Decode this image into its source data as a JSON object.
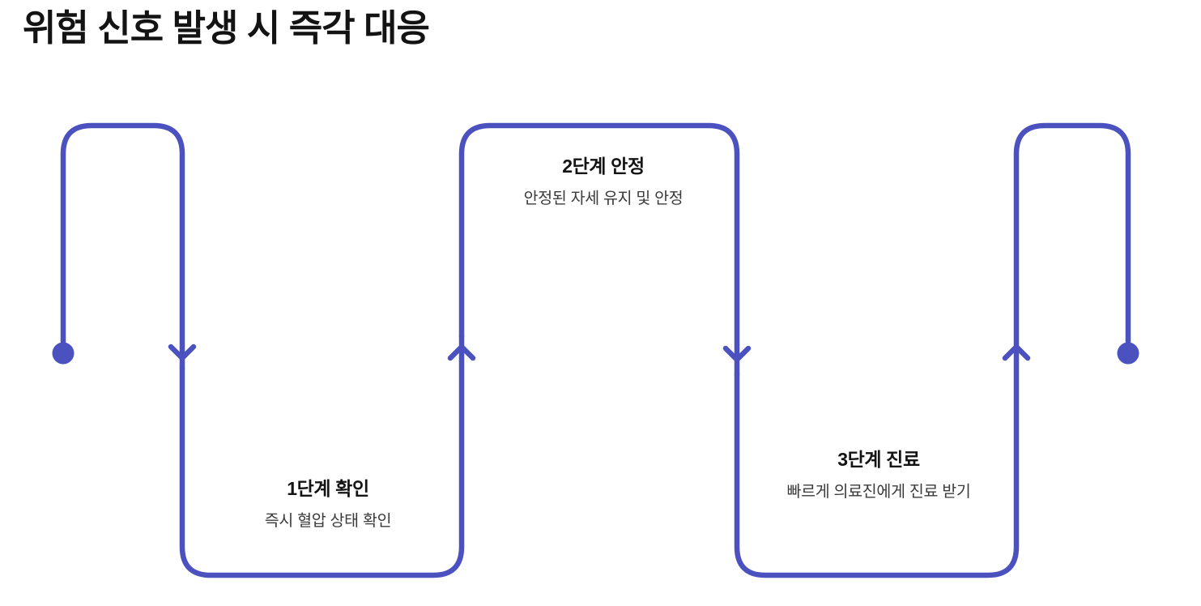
{
  "page": {
    "title": "위험 신호 발생 시 즉각 대응",
    "background_color": "#ffffff"
  },
  "theme": {
    "accent_color": "#4b51be",
    "title_color": "#131313",
    "step_title_color": "#141414",
    "step_desc_color": "#3b3b3b",
    "stroke_width": 6.5
  },
  "diagram": {
    "type": "serpentine-process-flow",
    "direction": "left-to-right",
    "start_marker": "dot",
    "end_marker": "dot",
    "connector_marker": "chevron-arrow",
    "steps": [
      {
        "index": 1,
        "title": "1단계 확인",
        "description": "즉시 혈압 상태 확인",
        "position": "bottom"
      },
      {
        "index": 2,
        "title": "2단계 안정",
        "description": "안정된 자세 유지 및 안정",
        "position": "top"
      },
      {
        "index": 3,
        "title": "3단계 진료",
        "description": "빠르게 의료진에게 진료 받기",
        "position": "bottom"
      }
    ]
  }
}
